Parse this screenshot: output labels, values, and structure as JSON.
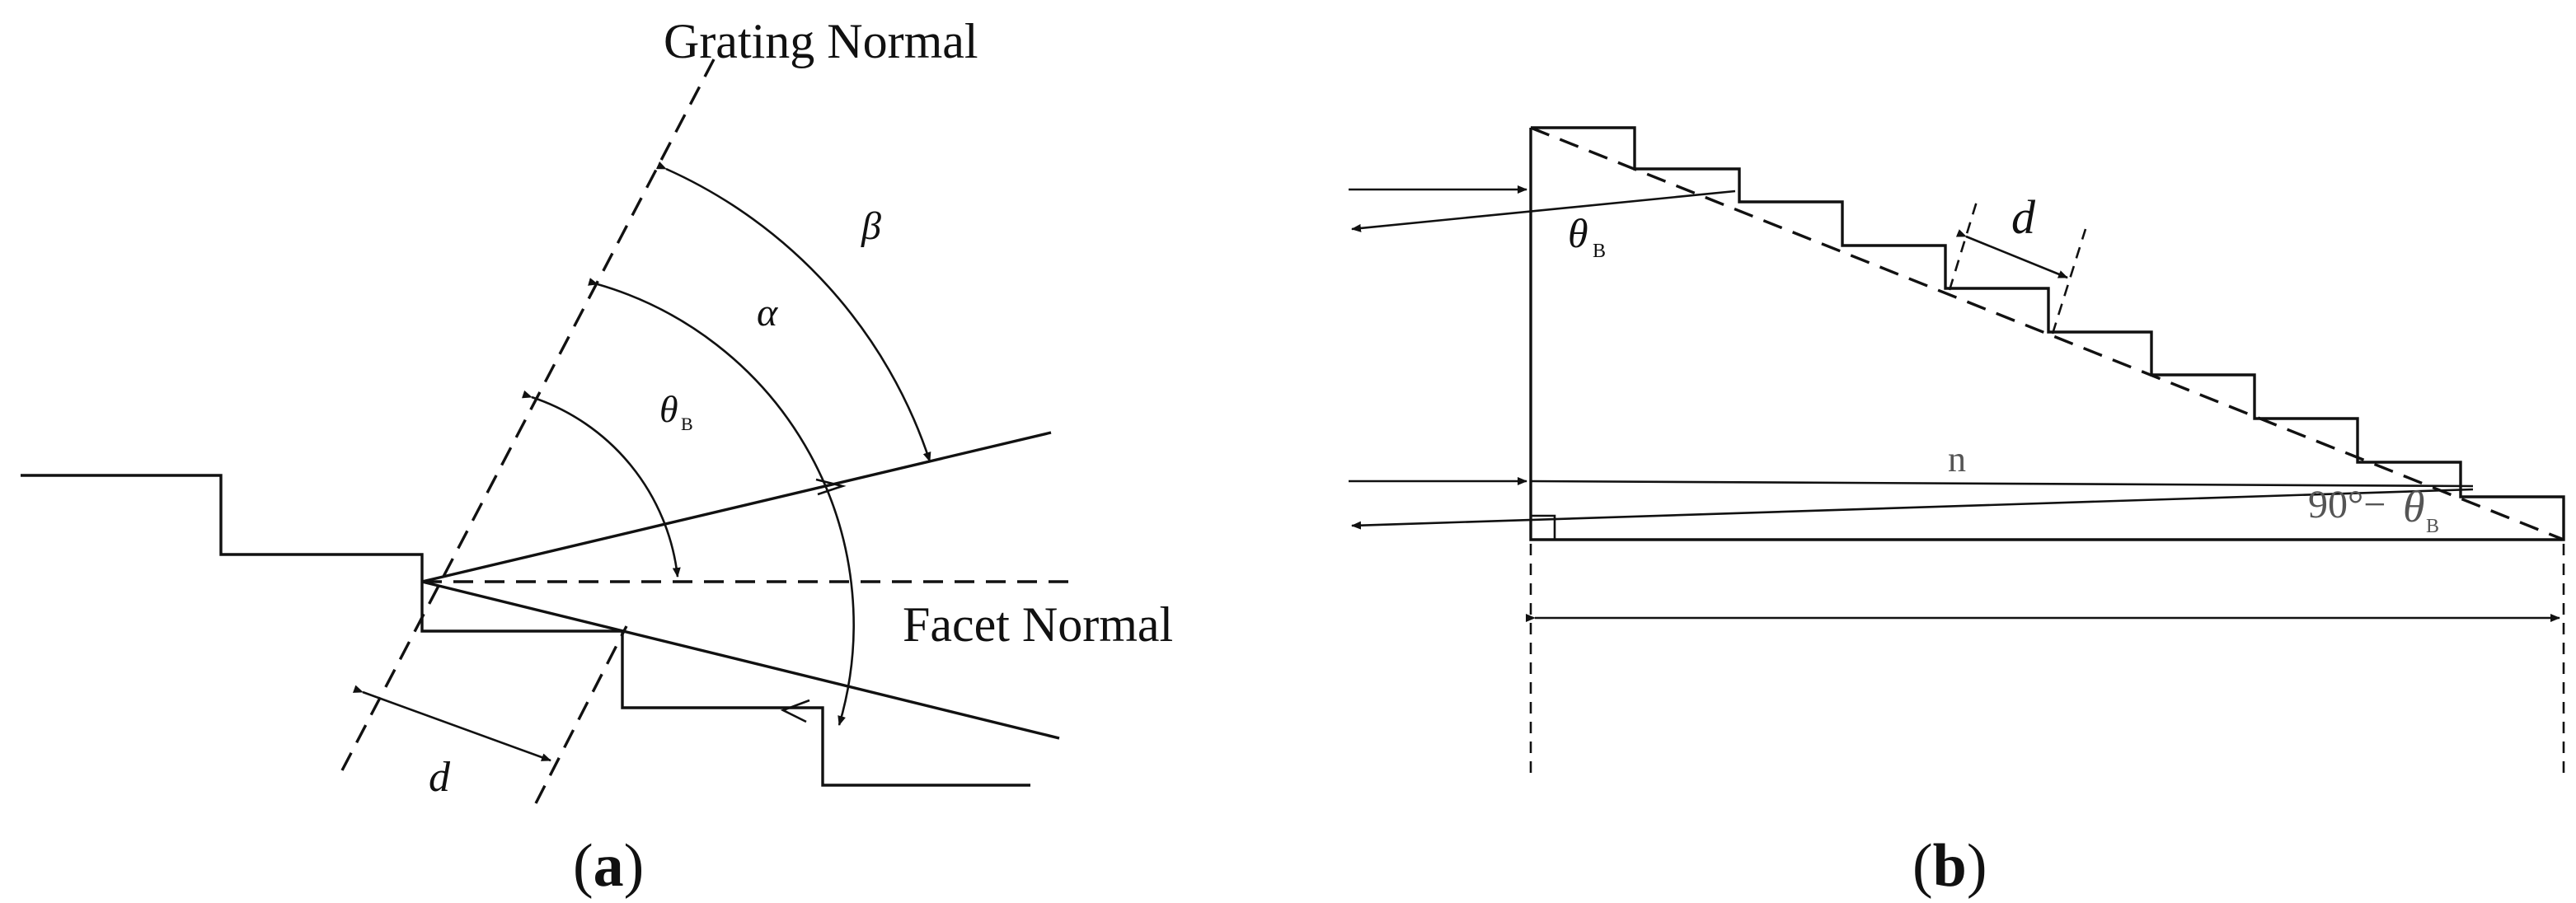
{
  "panel_a": {
    "caption_open": "(",
    "caption_letter": "a",
    "caption_close": ")",
    "grating_normal": "Grating Normal",
    "facet_normal": "Facet Normal",
    "beta": "β",
    "alpha": "α",
    "theta": "θ",
    "theta_sub": "B",
    "d": "d"
  },
  "panel_b": {
    "caption_open": "(",
    "caption_letter": "b",
    "caption_close": ")",
    "theta": "θ",
    "theta_sub": "B",
    "d": "d",
    "n": "n",
    "angle_prefix": "90°−",
    "angle_theta": "θ",
    "angle_sub": "B"
  }
}
